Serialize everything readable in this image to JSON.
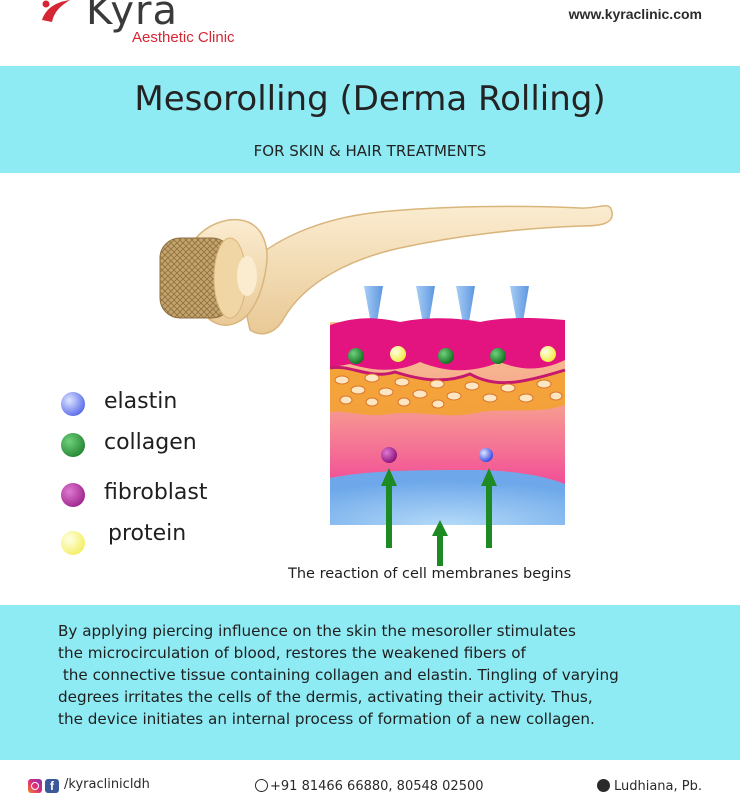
{
  "header": {
    "brand_name": "Kyra",
    "brand_subtitle": "Aesthetic Clinic",
    "website": "www.kyraclinic.com"
  },
  "title_band": {
    "title": "Mesorolling (Derma Rolling)",
    "subtitle": "FOR SKIN & HAIR TREATMENTS"
  },
  "legend": {
    "items": [
      {
        "label": "elastin",
        "color": "#3f5bef"
      },
      {
        "label": "collagen",
        "color": "#1e8f2e"
      },
      {
        "label": "fibroblast",
        "color": "#b01a9a"
      },
      {
        "label": "protein",
        "color": "#f4f45a"
      }
    ]
  },
  "illustration": {
    "caption": "The reaction of cell membranes begins",
    "colors": {
      "roller_body": "#f3dcaf",
      "roller_drum": "#b89a63",
      "needle": "#7fb3ec",
      "epidermis": "#e0168a",
      "dermis_top": "#f3c08a",
      "dermis_bottom": "#f0279a",
      "subcutis": "#8cc0f0",
      "arrow": "#1e8a24"
    }
  },
  "description": {
    "lines": [
      "By applying piercing influence on the skin the mesoroller stimulates",
      "the microcirculation of blood, restores the weakened fibers of",
      " the connective tissue containing collagen and elastin. Tingling of varying",
      "degrees irritates the cells of the dermis, activating their activity. Thus,",
      "the device initiates an internal process of formation of a new collagen."
    ]
  },
  "footer": {
    "social_handle": "/kyraclinicldh",
    "phone": "+91 81466 66880, 80548 02500",
    "location": "Ludhiana, Pb."
  }
}
